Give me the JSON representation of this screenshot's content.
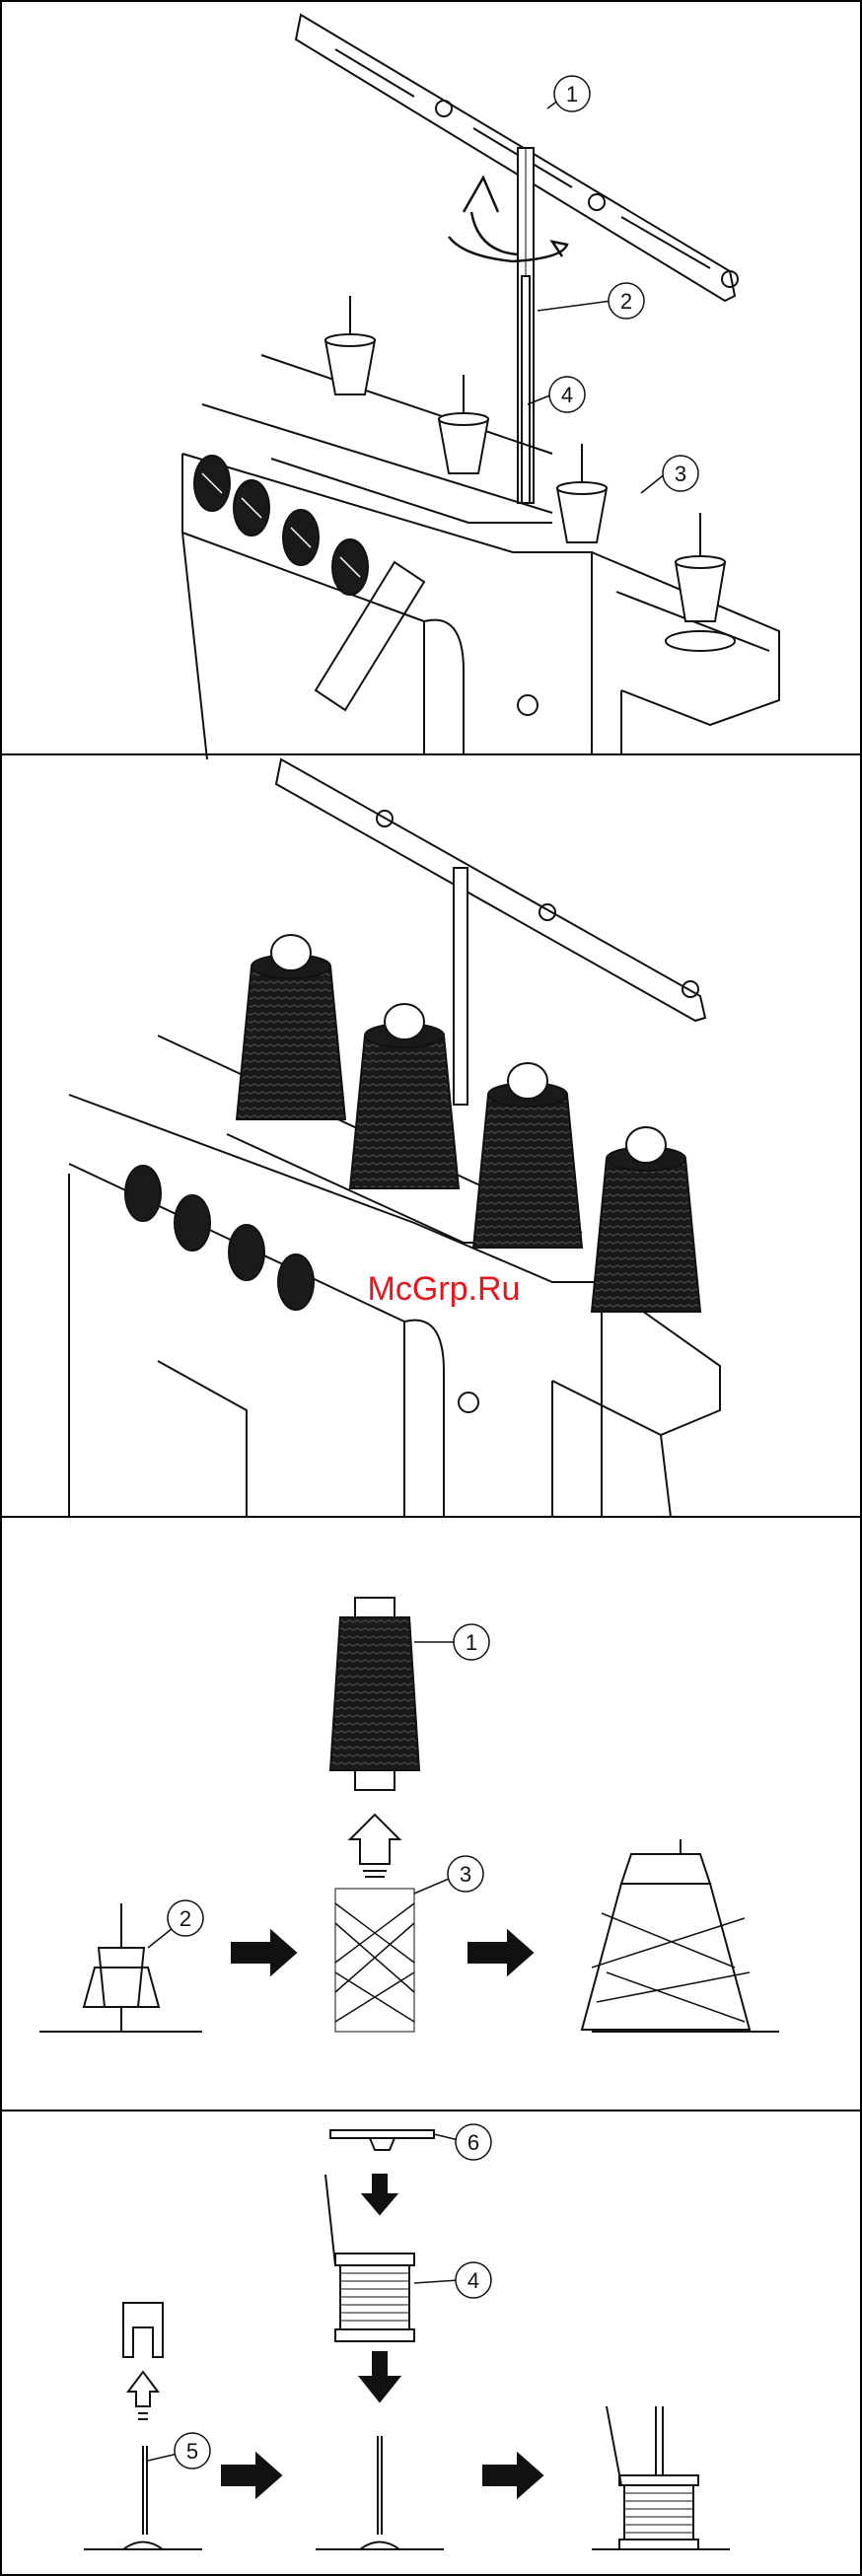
{
  "watermark": "McGrp.Ru",
  "panel1": {
    "callouts": [
      "1",
      "2",
      "3",
      "4"
    ]
  },
  "panel3": {
    "callouts": [
      "1",
      "2",
      "3"
    ]
  },
  "panel4": {
    "callouts": [
      "4",
      "5",
      "6"
    ]
  },
  "colors": {
    "line": "#111111",
    "thread": "#1a1a1a",
    "watermark": "#e8161b",
    "border": "#000000"
  }
}
